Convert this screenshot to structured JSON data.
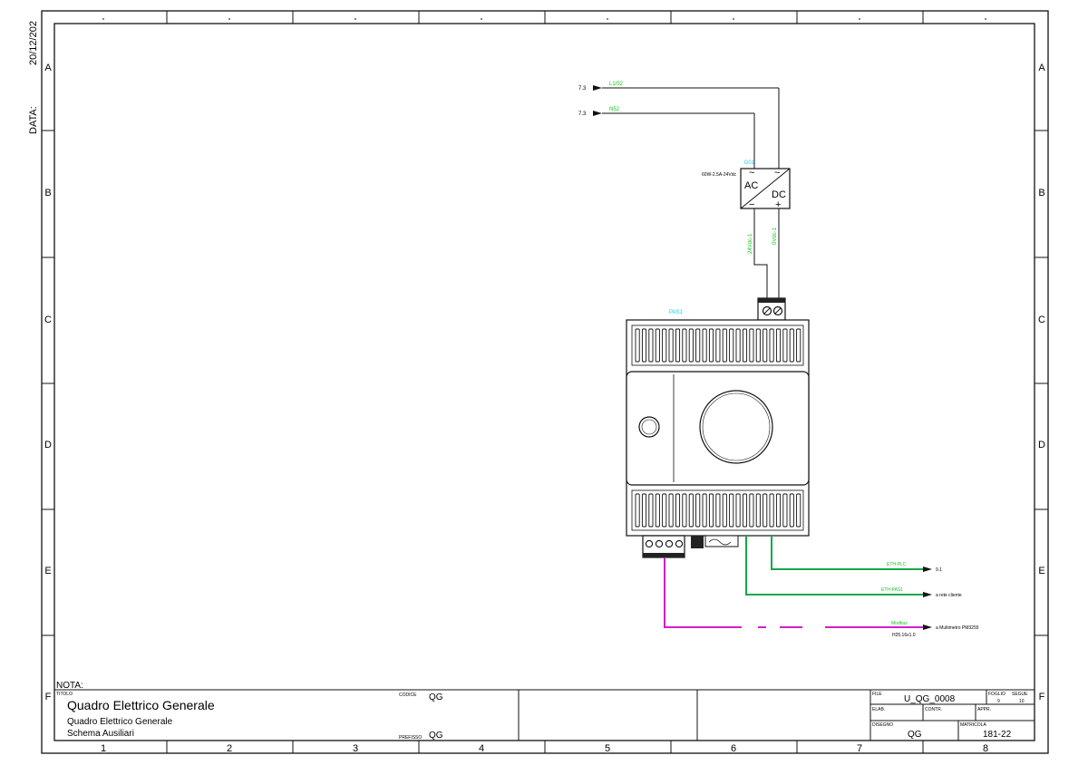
{
  "sheet": {
    "date_label": "DATA:",
    "date_value": "20/12/202",
    "rows": [
      "A",
      "B",
      "C",
      "D",
      "E",
      "F"
    ],
    "cols": [
      "1",
      "2",
      "3",
      "4",
      "5",
      "6",
      "7",
      "8"
    ],
    "note_label": "NOTA:"
  },
  "diagram": {
    "input_l": {
      "ref": "7.3",
      "wire": "L1/52"
    },
    "input_n": {
      "ref": "7.3",
      "wire": "N52"
    },
    "power_supply": {
      "tag": "G01",
      "rating": "60W-2.5A-24Vdc",
      "ac_label": "AC",
      "dc_label": "DC",
      "ac_sym": "~",
      "minus_sym": "−",
      "plus_sym": "+"
    },
    "wire_24v": "24Vdc-1",
    "wire_0v": "0Vdc-1",
    "device": {
      "tag": "PAS1"
    },
    "outputs": [
      {
        "wire": "ETH-PLC",
        "dest": "9.1",
        "color": "#12a84a"
      },
      {
        "wire": "ETH-PAS1",
        "dest": "a rete cliente",
        "color": "#12a84a"
      },
      {
        "wire": "Modbus",
        "cable": "H25.16x1.0",
        "dest": "a Multimetro PM3255",
        "color": "#d21fd0"
      }
    ],
    "colors": {
      "tag": "#19c6ef",
      "wire": "#12c322",
      "modbus": "#d21fd0",
      "ethernet": "#12a84a"
    }
  },
  "title_block": {
    "titolo_label": "TITOLO",
    "title": "Quadro Elettrico Generale",
    "subtitle1": "Quadro Elettrico Generale",
    "subtitle2": "Schema Ausiliari",
    "codice_label": "CODICE",
    "codice_value": "QG",
    "prefisso_label": "PREFISSO",
    "prefisso_value": "QG",
    "file_label": "FILE",
    "file_value": "U_QG_0008",
    "foglio_label": "FOGLIO",
    "foglio_value": "9",
    "segue_label": "SEGUE",
    "segue_value": "10",
    "elab_label": "ELAB.",
    "contr_label": "CONTR.",
    "appr_label": "APPR.",
    "disegno_label": "DISEGNO",
    "disegno_value": "QG",
    "matricola_label": "MATRICOLA",
    "matricola_value": "181-22"
  }
}
